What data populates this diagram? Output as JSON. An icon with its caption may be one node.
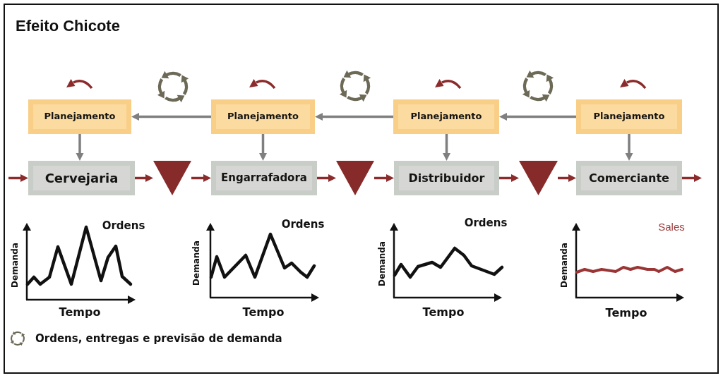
{
  "diagram": {
    "title": "Efeito Chicote",
    "nodes": [
      {
        "text": [
          "Planejamento"
        ]
      },
      {
        "text": [
          "Planejamento"
        ]
      },
      {
        "text": [
          "Planejamento"
        ]
      },
      {
        "text": [
          "Planejamento"
        ]
      },
      {
        "text": [
          "Cervejaria"
        ]
      },
      {
        "text": [],
        "shape": "triangle"
      },
      {
        "text": [
          "Engarrafadora"
        ]
      },
      {
        "text": [],
        "shape": "triangle"
      },
      {
        "text": [
          "Distribuidor"
        ]
      },
      {
        "text": [],
        "shape": "triangle"
      },
      {
        "text": [
          "Comerciante"
        ]
      }
    ],
    "edges": [
      {
        "from": 1,
        "to": 0,
        "arrow": "to",
        "color": "#7f7f7f"
      },
      {
        "from": 2,
        "to": 1,
        "arrow": "to",
        "color": "#7f7f7f"
      },
      {
        "from": 3,
        "to": 2,
        "arrow": "to",
        "color": "#7f7f7f"
      },
      {
        "from": 0,
        "to": 4,
        "arrow": "to",
        "color": "#7f7f7f"
      },
      {
        "from": 1,
        "to": 6,
        "arrow": "to",
        "color": "#7f7f7f"
      },
      {
        "from": 2,
        "to": 8,
        "arrow": "to",
        "color": "#7f7f7f"
      },
      {
        "from": 3,
        "to": 10,
        "arrow": "to",
        "color": "#7f7f7f"
      },
      {
        "from": null,
        "to": 4,
        "arrow": "to"
      },
      {
        "from": 4,
        "to": 5,
        "arrow": "to"
      },
      {
        "from": 5,
        "to": 6,
        "arrow": "to"
      },
      {
        "from": 6,
        "to": 7,
        "arrow": "to"
      },
      {
        "from": 7,
        "to": 8,
        "arrow": "to"
      },
      {
        "from": 8,
        "to": 9,
        "arrow": "to"
      },
      {
        "from": 9,
        "to": 10,
        "arrow": "to"
      },
      {
        "from": 10,
        "to": null,
        "arrow": "to"
      }
    ],
    "labels": [
      "Ordens",
      "Demanda",
      "Tempo",
      "Ordens",
      "Demanda",
      "Tempo",
      "Ordens",
      "Demanda",
      "Tempo",
      "Sales",
      "Demanda",
      "Tempo"
    ],
    "legend": [
      {
        "text": "Ordens, entregas e previsão de demanda"
      }
    ]
  }
}
